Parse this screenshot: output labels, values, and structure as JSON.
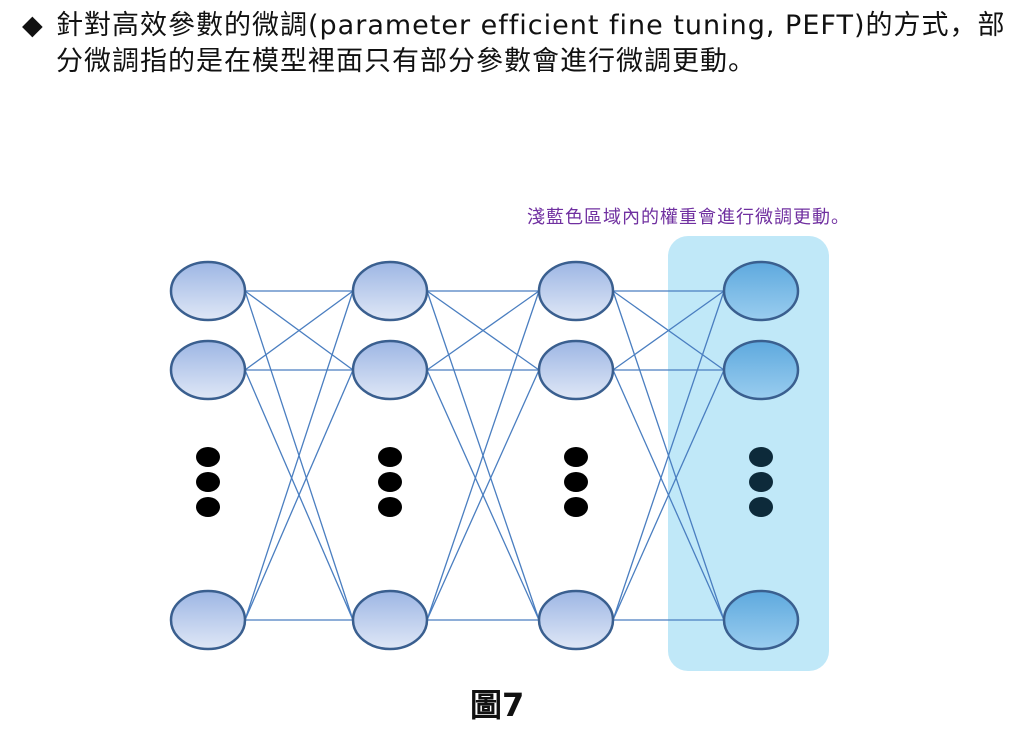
{
  "heading": {
    "bullet": "◆",
    "text": "針對高效參數的微調(parameter efficient fine tuning, PEFT)的方式，部分微調指的是在模型裡面只有部分參數會進行微調更動。"
  },
  "diagram": {
    "highlight_note": "淺藍色區域內的權重會進行微調更動。",
    "caption": "圖7",
    "layers": 4,
    "visible_nodes_per_layer": 3,
    "highlighted_layer": 4,
    "colors": {
      "highlight": "#c0e8f8",
      "node_fill": "#b4c7ec",
      "node_fill_highlight": "#7ab8e6",
      "node_stroke": "#3a5f8f",
      "edge": "#4a7ec0",
      "note": "#7030a0"
    }
  }
}
